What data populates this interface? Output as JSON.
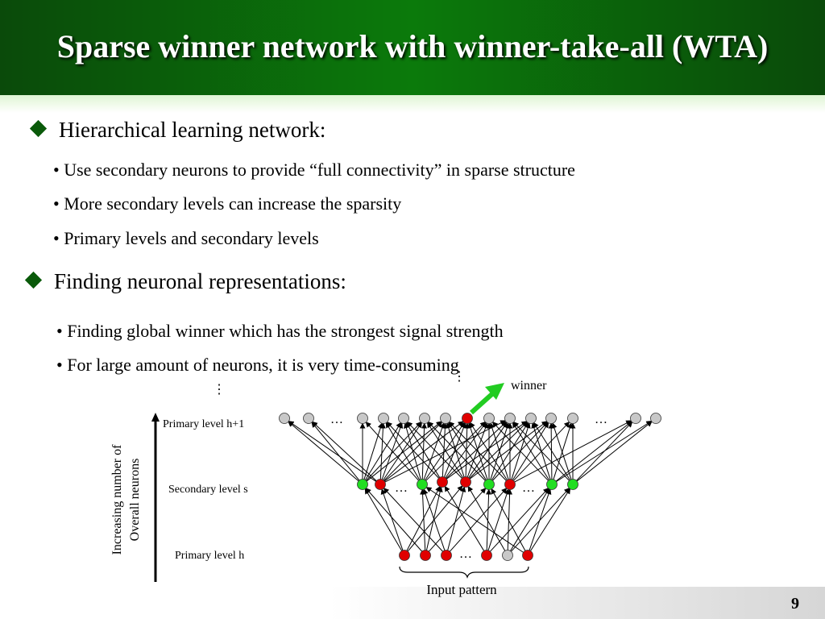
{
  "title": "Sparse winner network with winner-take-all (WTA)",
  "sections": [
    {
      "heading": "Hierarchical learning network:",
      "items": [
        "• Use secondary neurons to provide “full connectivity” in sparse structure",
        "• More secondary levels can increase the sparsity",
        "• Primary levels and secondary levels"
      ]
    },
    {
      "heading": "Finding neuronal representations:",
      "items": [
        "• Finding global winner which has the strongest signal strength",
        "• For large amount of neurons, it is very time-consuming"
      ]
    }
  ],
  "diagram": {
    "levels": {
      "top": "Primary level h+1",
      "middle": "Secondary level s",
      "bottom": "Primary level h"
    },
    "axis_label_line1": "Increasing number of",
    "axis_label_line2": "Overall neurons",
    "winner_label": "winner",
    "input_label": "Input pattern",
    "ellipsis_h": "…",
    "ellipsis_v": "⋮",
    "colors": {
      "red": "#e00000",
      "green": "#22dd22",
      "gray": "#c8c8c8",
      "winner_arrow": "#22cc22"
    }
  },
  "page_number": "9"
}
